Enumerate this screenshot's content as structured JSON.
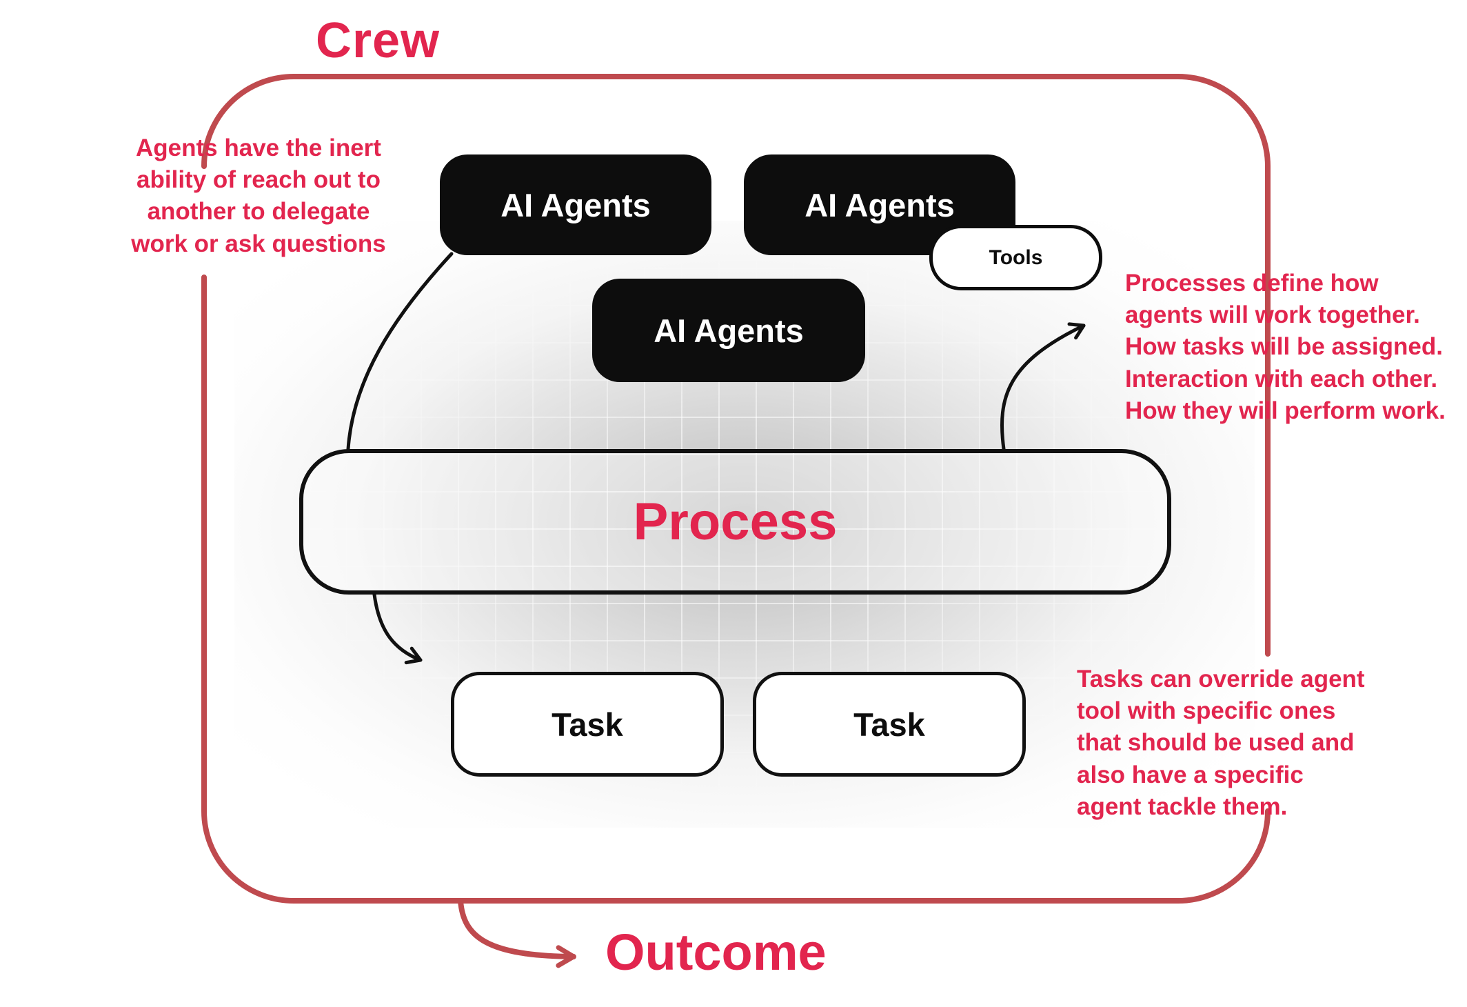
{
  "colors": {
    "pink": "#e2254e",
    "border_red": "#bf4a4e",
    "box_black": "#0d0d0d"
  },
  "crew": {
    "title": "Crew"
  },
  "agents": {
    "agent1": "AI Agents",
    "agent2": "AI Agents",
    "agent3": "AI Agents"
  },
  "tools": {
    "label": "Tools"
  },
  "process": {
    "label": "Process"
  },
  "tasks": {
    "task1": "Task",
    "task2": "Task"
  },
  "annotations": {
    "delegate": "Agents have the inert\nability of reach out to\nanother to delegate\nwork or ask questions",
    "process_note": "Processes define how\nagents will work together.\nHow tasks will be assigned.\nInteraction with each other.\nHow they will perform work.",
    "tasks_note": "Tasks can override agent\ntool with specific ones\nthat should be used and\nalso have a specific\nagent tackle them."
  },
  "outcome": {
    "label": "Outcome"
  }
}
